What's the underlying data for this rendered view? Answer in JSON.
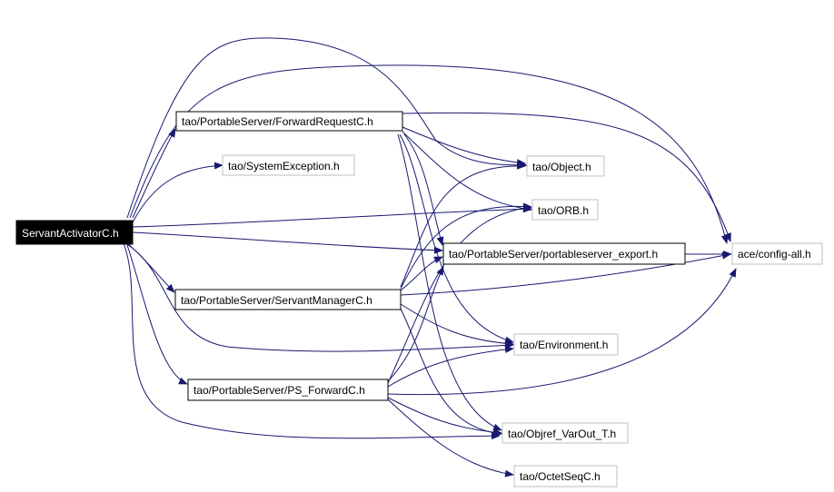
{
  "nodes": {
    "root": {
      "label": "ServantActivatorC.h",
      "kind": "root"
    },
    "fwdreq": {
      "label": "tao/PortableServer/ForwardRequestC.h",
      "kind": "solid"
    },
    "sysexc": {
      "label": "tao/SystemException.h",
      "kind": "external"
    },
    "object": {
      "label": "tao/Object.h",
      "kind": "external"
    },
    "orb": {
      "label": "tao/ORB.h",
      "kind": "external"
    },
    "psexport": {
      "label": "tao/PortableServer/portableserver_export.h",
      "kind": "solid"
    },
    "config": {
      "label": "ace/config-all.h",
      "kind": "external"
    },
    "servmgr": {
      "label": "tao/PortableServer/ServantManagerC.h",
      "kind": "solid"
    },
    "env": {
      "label": "tao/Environment.h",
      "kind": "external"
    },
    "psfwd": {
      "label": "tao/PortableServer/PS_ForwardC.h",
      "kind": "solid"
    },
    "objref": {
      "label": "tao/Objref_VarOut_T.h",
      "kind": "external"
    },
    "octet": {
      "label": "tao/OctetSeqC.h",
      "kind": "external"
    }
  },
  "colors": {
    "edge": "#191970",
    "root_fill": "#000000",
    "root_text": "#ffffff",
    "solid_border": "#000000",
    "external_border": "#bfbfbf",
    "text": "#000000"
  }
}
